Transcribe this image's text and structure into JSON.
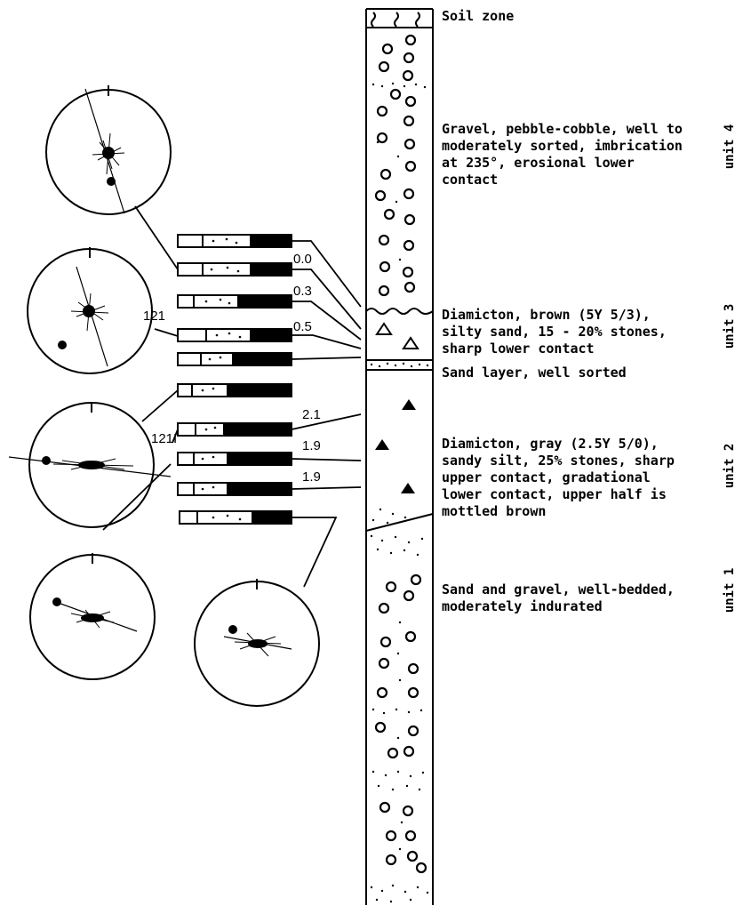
{
  "column": {
    "soil_label": "Soil zone",
    "units": [
      {
        "id": "unit4",
        "label": "unit 4",
        "description": "Gravel, pebble-cobble, well to\nmoderately sorted, imbrication\nat 235°, erosional lower\ncontact"
      },
      {
        "id": "unit3",
        "label": "unit 3",
        "description": "Diamicton, brown (5Y 5/3),\nsilty sand, 15 - 20% stones,\nsharp lower contact"
      },
      {
        "id": "sand",
        "label": "",
        "description": "Sand layer, well sorted"
      },
      {
        "id": "unit2",
        "label": "unit 2",
        "description": "Diamicton, gray (2.5Y 5/0),\nsandy silt, 25% stones, sharp\nupper contact, gradational\nlower contact, upper half is\nmottled brown"
      },
      {
        "id": "unit1",
        "label": "unit 1",
        "description": "Sand and gravel, well-bedded,\nmoderately indurated"
      }
    ]
  },
  "bar_values": [
    "0.0",
    "0.3",
    "0.5",
    "2.1",
    "1.9",
    "1.9"
  ],
  "stereonet_counts": [
    "121",
    "121I"
  ]
}
